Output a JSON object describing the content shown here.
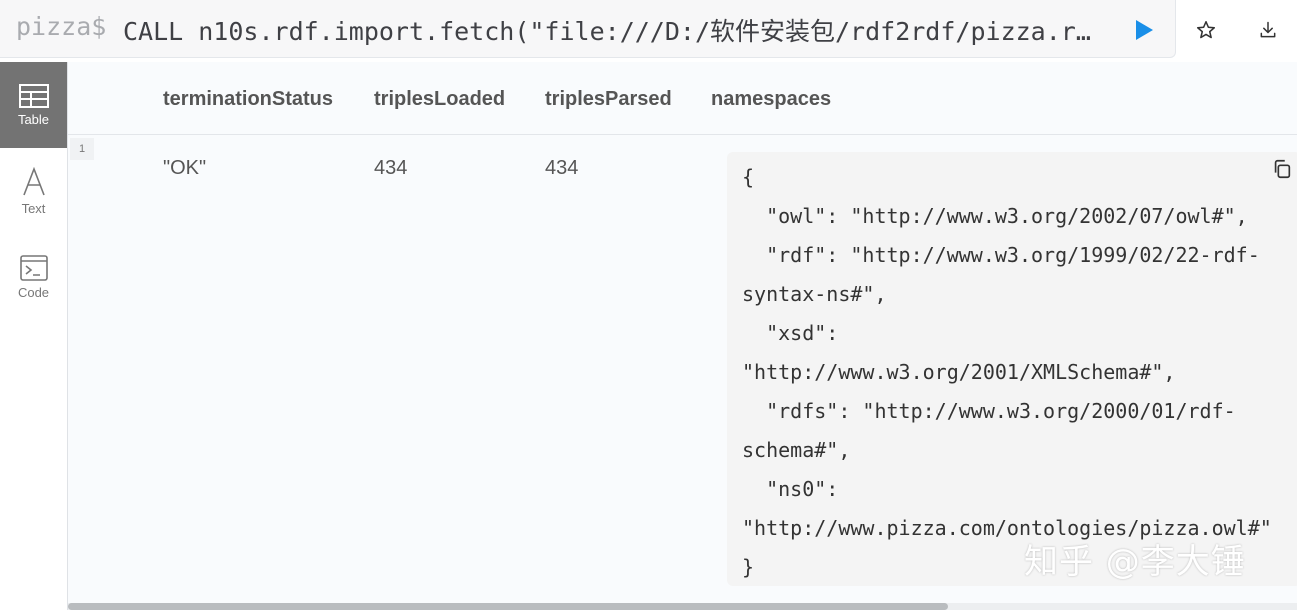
{
  "editor": {
    "prompt": "pizza$",
    "query": "CALL n10s.rdf.import.fetch(\"file:///D:/软件安装包/rdf2rdf/pizza.r…"
  },
  "toolbar": {
    "run_icon": "play-icon",
    "favorite_icon": "star-icon",
    "download_icon": "download-icon",
    "accent_color": "#1a8fe8"
  },
  "view_tabs": [
    {
      "label": "Table",
      "icon": "table-icon",
      "active": true
    },
    {
      "label": "Text",
      "icon": "text-icon",
      "active": false
    },
    {
      "label": "Code",
      "icon": "code-icon",
      "active": false
    }
  ],
  "table": {
    "columns": [
      "terminationStatus",
      "triplesLoaded",
      "triplesParsed",
      "namespaces"
    ],
    "rows": [
      {
        "index": "1",
        "terminationStatus": "\"OK\"",
        "triplesLoaded": "434",
        "triplesParsed": "434",
        "namespaces": [
          "{",
          "  \"owl\": \"http://www.w3.org/2002/07/owl#\",",
          "  \"rdf\": \"http://www.w3.org/1999/02/22-rdf-",
          "syntax-ns#\",",
          "  \"xsd\":",
          "\"http://www.w3.org/2001/XMLSchema#\",",
          "  \"rdfs\": \"http://www.w3.org/2000/01/rdf-",
          "schema#\",",
          "  \"ns0\":",
          "\"http://www.pizza.com/ontologies/pizza.owl#\"",
          "}"
        ]
      }
    ]
  },
  "watermark": "知乎 @李大锤"
}
